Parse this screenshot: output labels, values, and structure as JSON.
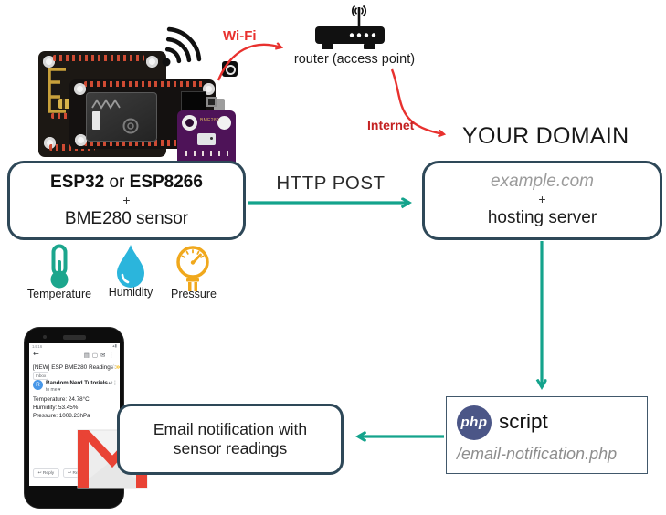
{
  "colors": {
    "teal": "#14A38C",
    "box_border": "#2E4858",
    "red": "#E8312E",
    "red_dark": "#C42222",
    "php_blue": "#4B5687",
    "temp_green": "#1CA68D",
    "humidity_blue": "#2BB5DC",
    "pressure_amber": "#F0A81C",
    "gmail_red": "#E94335"
  },
  "top": {
    "wifi_label": "Wi-Fi",
    "router_label": "router (access point)",
    "internet_label": "Internet",
    "domain_title": "YOUR DOMAIN",
    "bme_board_label": "BME280",
    "board_fcc_label": "FC"
  },
  "device_box": {
    "chip1": "ESP32",
    "or": "or",
    "chip2": "ESP8266",
    "plus": "+",
    "sensor": "BME280 sensor"
  },
  "http_post_label": "HTTP POST",
  "domain_box": {
    "domain": "example.com",
    "plus": "+",
    "server": "hosting server"
  },
  "sensors": [
    {
      "label": "Temperature"
    },
    {
      "label": "Humidity"
    },
    {
      "label": "Pressure"
    }
  ],
  "php_box": {
    "logo_text": "php",
    "title": "script",
    "path": "/email-notification.php"
  },
  "email_box": {
    "line1": "Email notification with",
    "line2": "sensor readings"
  },
  "phone": {
    "status_time": "14:16",
    "subject": "[NEW] ESP BME280 Readings",
    "inbox_chip": "Inbox",
    "avatar_letter": "R",
    "sender_name": "Random Nerd Tutorials",
    "sender_detail": "to me ▾",
    "time": "14:16",
    "body_lines": [
      "Temperature: 24.78°C",
      "Humidity: 53.45%",
      "Pressure: 1008.23hPa"
    ],
    "reply_label": "Reply",
    "reply_all_label": "Reply all",
    "icons": {
      "back": "←",
      "archive": "▤",
      "delete": "▢",
      "mail": "✉",
      "more": "⋮",
      "star": "☆",
      "important": "≫",
      "reply": "↩",
      "signal": "▴",
      "battery": "▮"
    }
  }
}
